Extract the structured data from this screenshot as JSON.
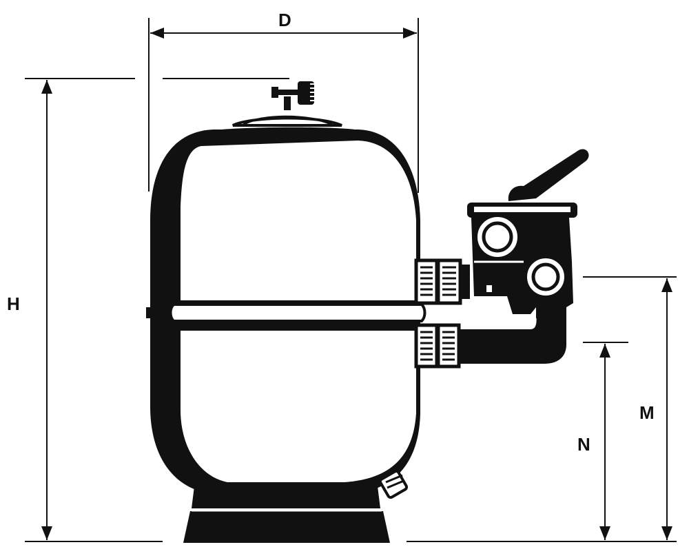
{
  "labels": {
    "diameter": "D",
    "height": "H",
    "outlet_height": "M",
    "inlet_height": "N"
  },
  "colors": {
    "ink": "#111111",
    "paper": "#ffffff"
  }
}
